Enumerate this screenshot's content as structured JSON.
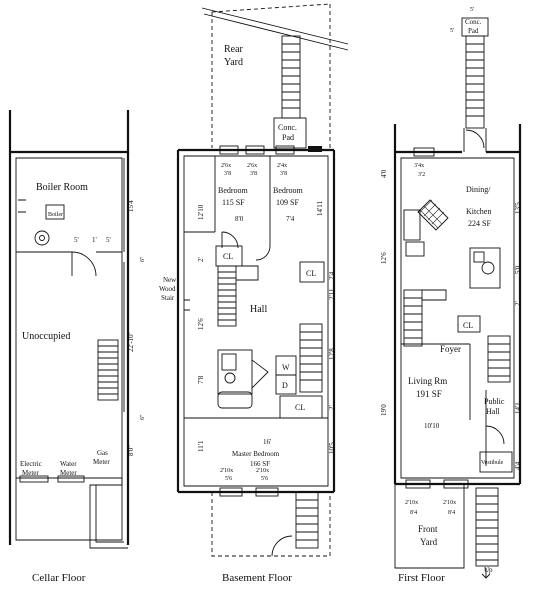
{
  "floors": {
    "cellar": {
      "title": "Cellar Floor",
      "rooms": {
        "boiler_room": "Boiler Room",
        "boiler": "Boiler",
        "unoccupied": "Unoccupied",
        "electric_meter_1": "Electric",
        "electric_meter_2": "Meter",
        "water_meter_1": "Water",
        "water_meter_2": "Meter",
        "gas_meter_1": "Gas",
        "gas_meter_2": "Meter"
      },
      "dims": {
        "d_15_4": "15'4",
        "d_5a": "5'",
        "d_1": "1'",
        "d_5b": "5'",
        "d_6a": "6\"",
        "d_22_10": "22'-10\"",
        "d_6b": "6\"",
        "d_8_0": "8'0\""
      }
    },
    "basement": {
      "title": "Basement Floor",
      "rooms": {
        "rear_yard_1": "Rear",
        "rear_yard_2": "Yard",
        "conc_pad_1": "Conc.",
        "conc_pad_2": "Pad",
        "bedroom1_name": "Bedroom",
        "bedroom1_area": "115 SF",
        "bedroom2_name": "Bedroom",
        "bedroom2_area": "109 SF",
        "cl1": "CL",
        "cl2": "CL",
        "cl3": "CL",
        "hall": "Hall",
        "new_wood_stair_1": "New",
        "new_wood_stair_2": "Wood",
        "new_wood_stair_3": "Stair",
        "washer": "W",
        "dryer": "D",
        "master_bedroom_name": "Master Bedroom",
        "master_bedroom_area": "166 SF"
      },
      "dims": {
        "win1_w": "2'6x",
        "win1_h": "3'8",
        "win2_w": "2'6x",
        "win2_h": "3'8",
        "win3_w": "2'4x",
        "win3_h": "3'8",
        "d_12_10": "12'10",
        "d_14_11": "14'11",
        "d_8_0": "8'0",
        "d_7_4": "7'4",
        "d_2a": "2'",
        "d_2_4": "2'4",
        "d_2_11": "2'11",
        "d_12_6": "12'6",
        "d_12_8": "12'8",
        "d_7_8": "7'8",
        "d_2b": "2'",
        "d_16": "16'",
        "d_11_1": "11'1",
        "d_10_5": "10'5",
        "win4_w": "2'10x",
        "win4_h": "5'6",
        "win5_w": "2'10x",
        "win5_h": "5'6"
      }
    },
    "first": {
      "title": "First Floor",
      "rooms": {
        "conc_pad_1": "Conc.",
        "conc_pad_2": "Pad",
        "dining_1": "Dining/",
        "dining_2": "Kitchen",
        "dining_area": "224 SF",
        "cl": "CL",
        "foyer": "Foyer",
        "living_name": "Living Rm",
        "living_area": "191 SF",
        "public_hall_1": "Public",
        "public_hall_2": "Hall",
        "vestibule": "Vestibule",
        "front_yard_1": "Front",
        "front_yard_2": "Yard",
        "up": "Up"
      },
      "dims": {
        "d_5a": "5'",
        "d_5b": "5'",
        "win1_w": "3'4x",
        "win1_h": "3'2",
        "d_4_0": "4'0",
        "d_13_5": "13'5",
        "d_12_6": "12'6",
        "d_5_0": "5'0",
        "d_2": "2'",
        "d_19_0": "19'0",
        "d_14_1": "14'1",
        "d_10_10": "10'10",
        "d_4_4": "4'4",
        "win2_w": "2'10x",
        "win2_h": "8'4",
        "win3_w": "2'10x",
        "win3_h": "8'4"
      }
    }
  }
}
